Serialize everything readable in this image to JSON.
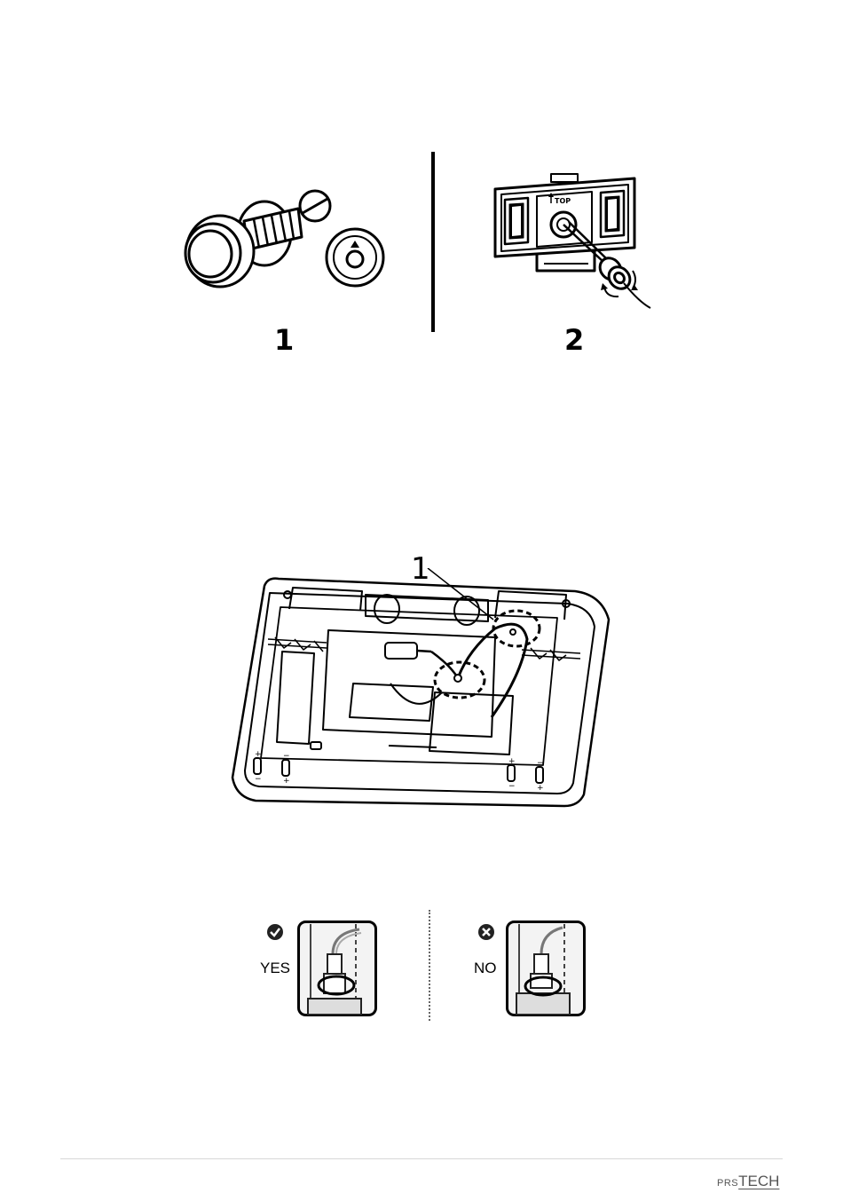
{
  "step1": {
    "number": "1",
    "icon": "screw-and-cap-icon"
  },
  "step2": {
    "number": "2",
    "icon": "bracket-top-mount-icon",
    "top_label": "TOP"
  },
  "battery_diagram": {
    "callout": "1",
    "icon": "battery-compartment-icon"
  },
  "comparison": {
    "yes": {
      "label": "YES",
      "icon": "check-circle-icon"
    },
    "no": {
      "label": "NO",
      "icon": "x-circle-icon"
    }
  },
  "footer": {
    "brand_prefix": "PRS",
    "brand_main": "TECH"
  }
}
